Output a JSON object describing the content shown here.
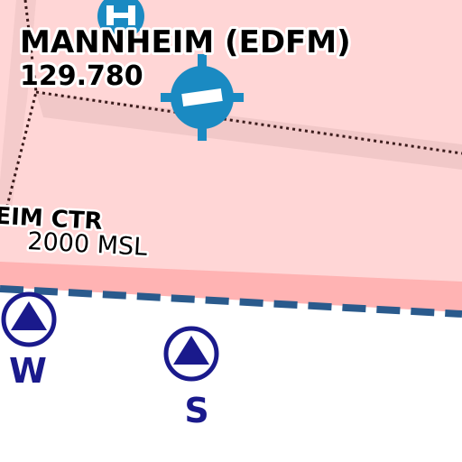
{
  "airport": {
    "name": "MANNHEIM (EDFM)",
    "frequency": "129.780"
  },
  "ctr": {
    "name": "EIM CTR",
    "upper_limit": "2000 MSL"
  },
  "reporting_points": [
    {
      "letter": "W"
    },
    {
      "letter": "S"
    }
  ],
  "colors": {
    "ctr_fill": "#ffd6d6",
    "ctr_border_band": "#ffb3b3",
    "inner_band": "#f0c6c6",
    "boundary_dashed": "#2a5a8c",
    "dotted_line": "#3a1a1a",
    "airport_symbol": "#1a8ac2",
    "reporting_point": "#1a1a8c",
    "label_text": "#000000"
  },
  "icons": {
    "airport": "airport-symbol-icon",
    "heliport": "heliport-icon",
    "reporting_point": "triangle-reporting-point-icon"
  }
}
